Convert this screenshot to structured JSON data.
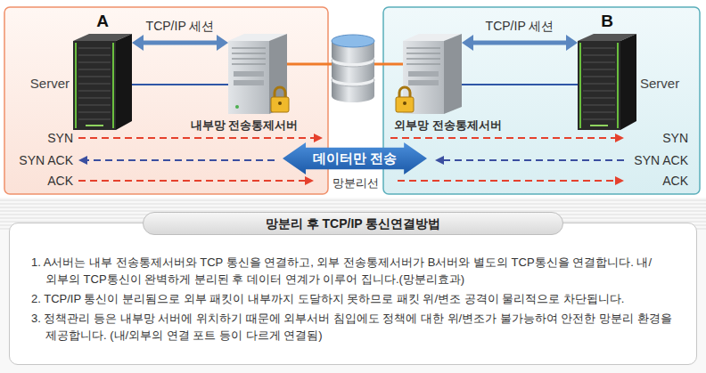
{
  "diagram": {
    "nodes": [
      {
        "text": [
          "A",
          "Server"
        ]
      },
      {
        "text": [
          "내부망 전송통제서버"
        ]
      },
      {
        "text": [
          "데이터만 전송"
        ]
      },
      {
        "text": [
          "외부망 전송통제서버"
        ]
      },
      {
        "text": [
          "B",
          "Server"
        ]
      },
      {
        "text": [
          "망분리 후 TCP/IP 통신연결방법"
        ]
      },
      {
        "text": [
          "1. A서버는 내부 전송통제서버와 TCP 통신을 연결하고, 외부 전송통제서버가 B서버와 별도의 TCP통신을 연결합니다. 내/외부의 TCP통신이 완벽하게 분리된 후 데이터 연계가 이루어 집니다.(망분리효과)",
          "2. TCP/IP 통신이 분리됨으로 외부 패킷이 내부까지 도달하지 못하므로 패킷 위/변조 공격이 물리적으로 차단됩니다.",
          "3. 정책관리 등은 내부망 서버에 위치하기 때문에 외부서버 침입에도 정책에 대한 위/변조가 불가능하여 안전한 망분리 환경을 제공합니다. (내/외부의 연결 포트 등이 다르게 연결됨)"
        ]
      }
    ],
    "edges": [
      {
        "from": 0,
        "to": 1,
        "arrow": "both",
        "label": "TCP/IP 세션"
      },
      {
        "from": 0,
        "to": 1,
        "arrow": "none"
      },
      {
        "from": 3,
        "to": 4,
        "arrow": "both",
        "label": "TCP/IP 세션"
      },
      {
        "from": 3,
        "to": 4,
        "arrow": "none"
      }
    ],
    "labels": [
      "SYN",
      "SYN ACK",
      "ACK",
      "SYN",
      "SYN ACK",
      "ACK",
      "망분리선"
    ]
  }
}
